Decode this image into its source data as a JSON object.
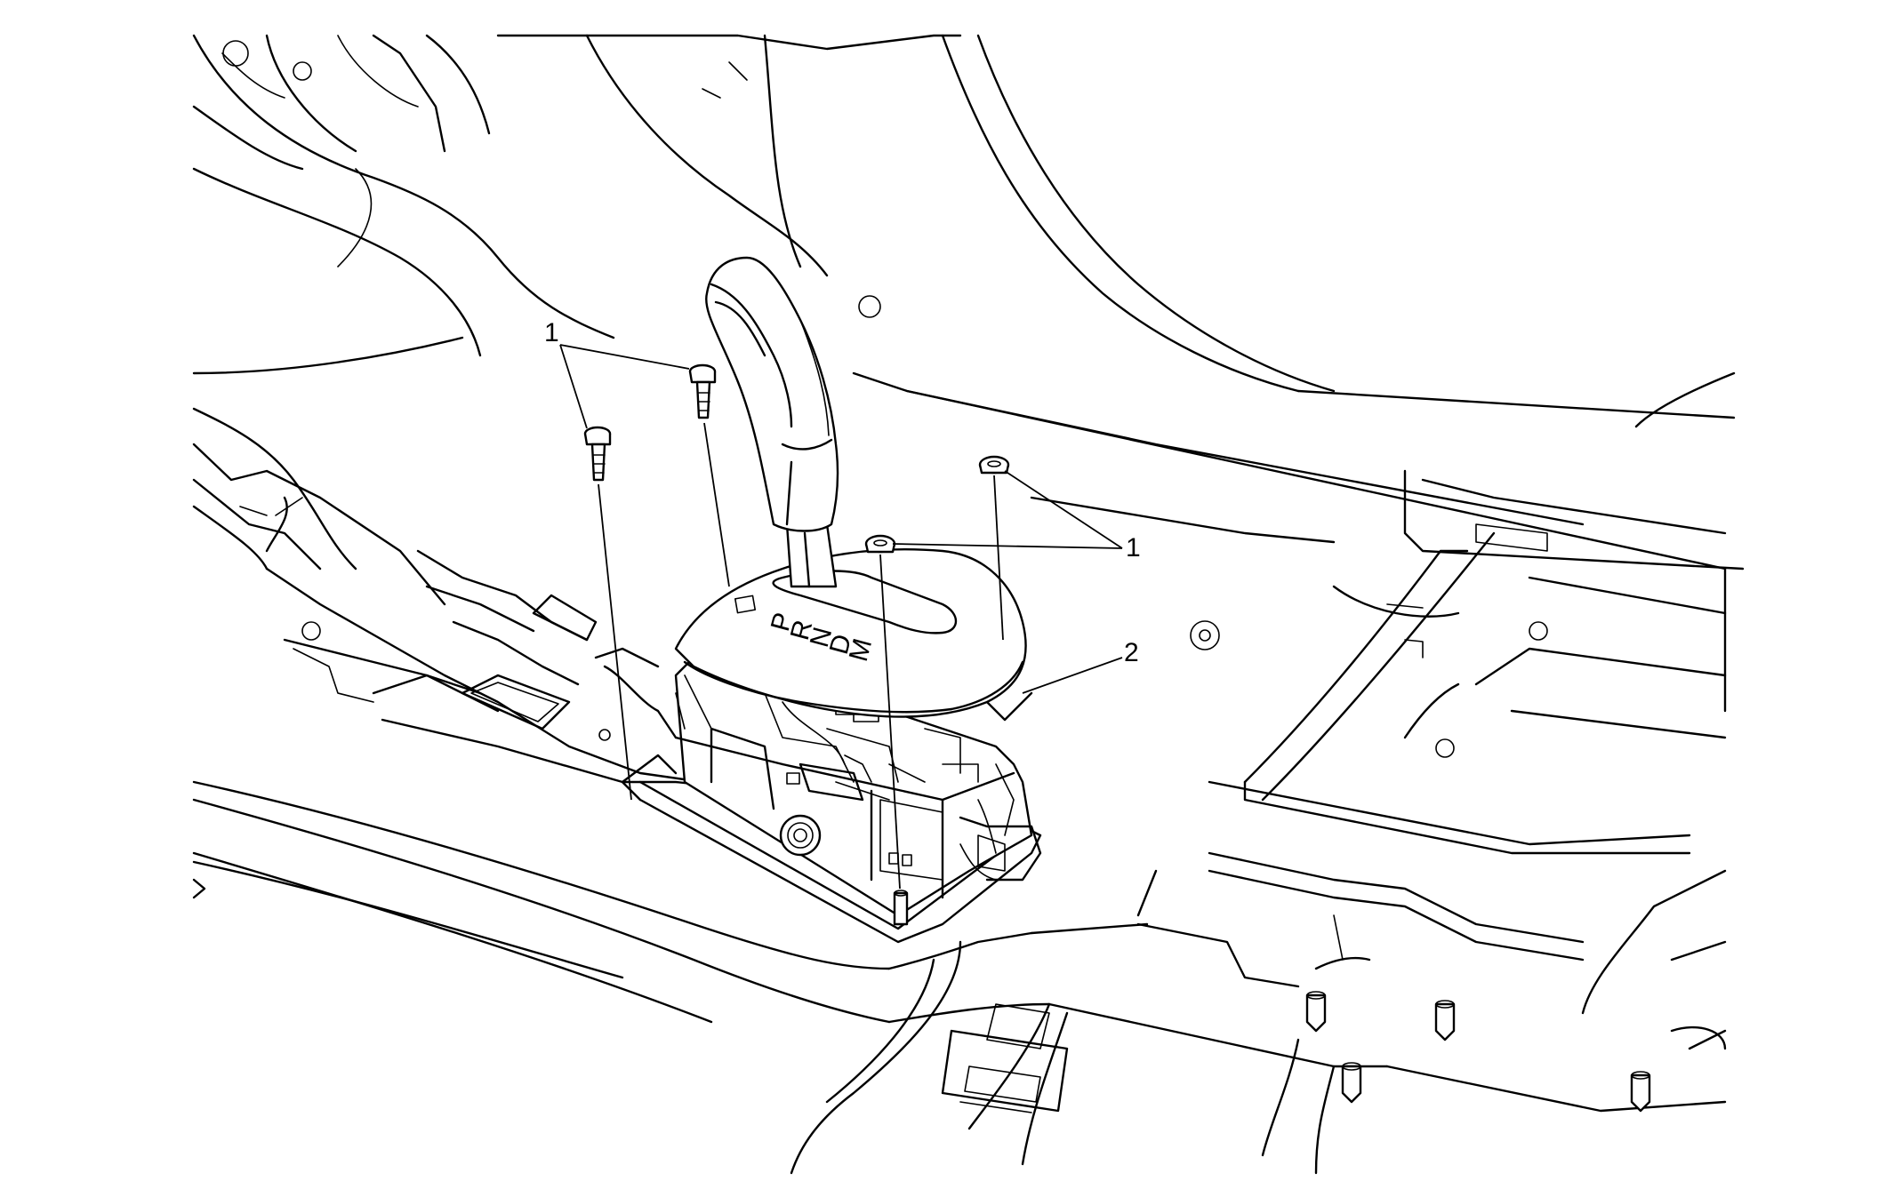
{
  "callouts": {
    "fasteners_bolts": "1",
    "fasteners_nuts": "1",
    "shifter_assembly": "2"
  },
  "shift_indicator": [
    "P",
    "R",
    "N",
    "D",
    "M"
  ]
}
